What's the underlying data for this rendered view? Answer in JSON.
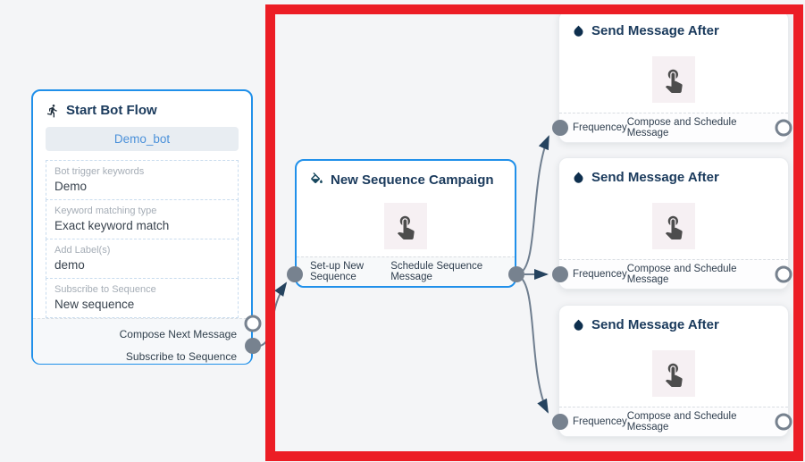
{
  "colors": {
    "canvas_bg": "#f4f5f7",
    "node_border_blue": "#2090ea",
    "header_navy": "#1a3a5c",
    "connector_gray": "#6f7e8f",
    "port_gray": "#77828f",
    "arrow_navy": "#25435f",
    "annotation_red": "#ec1d25",
    "bot_name_blue": "#4b91da"
  },
  "start_node": {
    "title": "Start Bot Flow",
    "bot_name": "Demo_bot",
    "fields": [
      {
        "label": "Bot trigger keywords",
        "value": "Demo"
      },
      {
        "label": "Keyword matching type",
        "value": "Exact keyword match"
      },
      {
        "label": "Add Label(s)",
        "value": "demo"
      },
      {
        "label": "Subscribe to Sequence",
        "value": "New sequence"
      }
    ],
    "ports": [
      {
        "label": "Compose Next Message"
      },
      {
        "label": "Subscribe to Sequence"
      }
    ]
  },
  "sequence_node": {
    "title": "New Sequence Campaign",
    "input_label": "Set-up New Sequence",
    "output_label": "Schedule Sequence Message"
  },
  "message_nodes": [
    {
      "title": "Send Message After",
      "input_label": "Frequencey",
      "output_label": "Compose and Schedule Message"
    },
    {
      "title": "Send Message After",
      "input_label": "Frequencey",
      "output_label": "Compose and Schedule Message"
    },
    {
      "title": "Send Message After",
      "input_label": "Frequencey",
      "output_label": "Compose and Schedule Message"
    }
  ]
}
